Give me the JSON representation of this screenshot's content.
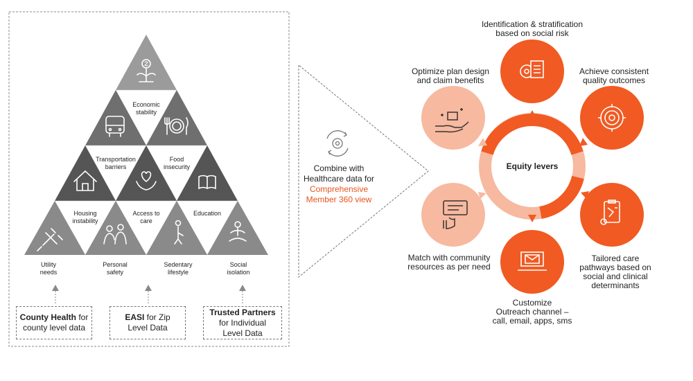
{
  "pyramid": {
    "tiles": {
      "economic": "Economic\nstability",
      "transportation": "Transportation\nbarriers",
      "food": "Food\ninsecurity",
      "housing": "Housing\ninstability",
      "access": "Access to\ncare",
      "education": "Education"
    },
    "bottom": {
      "utility": "Utility\nneeds",
      "personal": "Personal\nsafety",
      "sedentary": "Sedentary\nlifestyle",
      "social": "Social\nisolation"
    },
    "sources": {
      "county": {
        "bold": "County Health",
        "rest": " for\ncounty level data"
      },
      "easi": {
        "bold": "EASI",
        "rest": " for Zip\nLevel Data"
      },
      "trusted": {
        "bold": "Trusted Partners",
        "rest": "\nfor Individual\nLevel Data"
      }
    }
  },
  "combine": {
    "line1": "Combine with",
    "line2": "Healthcare data for",
    "highlight1": "Comprehensive",
    "highlight2": "Member 360 view"
  },
  "wheel": {
    "center": "Equity levers",
    "items": {
      "identification": "Identification & stratification\nbased on social risk",
      "consistent": "Achieve consistent\nquality outcomes",
      "tailored": "Tailored care\npathways based on\nsocial and clinical\ndeterminants",
      "outreach": "Customize\nOutreach channel –\ncall, email, apps, sms",
      "match": "Match with community\nresources as per need",
      "optimize": "Optimize plan design\nand claim benefits"
    }
  },
  "colors": {
    "accent": "#f15a22",
    "accent_light": "#f7b9a0",
    "grey_top": "#9b9b9b",
    "grey_mid": "#6f6f6f",
    "grey_dark": "#555555",
    "grey_low": "#8a8a8a"
  }
}
